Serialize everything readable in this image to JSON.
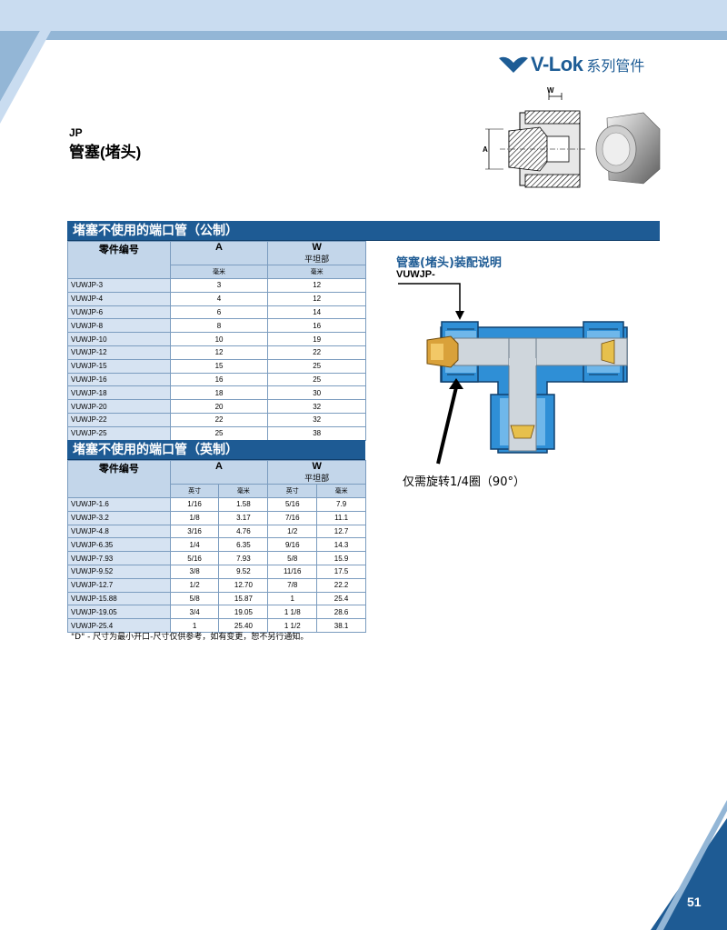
{
  "header": {
    "brand": "V-Lok",
    "brand_sub": "系列管件"
  },
  "product": {
    "code": "JP",
    "title": "管塞(堵头)"
  },
  "metric": {
    "section_title": "堵塞不使用的端口管（公制）",
    "col_part": "零件编号",
    "col_a": "A",
    "col_w": "W",
    "col_w_sub": "平坦部",
    "unit_a": "毫米",
    "unit_w": "毫米",
    "rows": [
      {
        "part": "VUWJP-3",
        "a": "3",
        "w": "12"
      },
      {
        "part": "VUWJP-4",
        "a": "4",
        "w": "12"
      },
      {
        "part": "VUWJP-6",
        "a": "6",
        "w": "14"
      },
      {
        "part": "VUWJP-8",
        "a": "8",
        "w": "16"
      },
      {
        "part": "VUWJP-10",
        "a": "10",
        "w": "19"
      },
      {
        "part": "VUWJP-12",
        "a": "12",
        "w": "22"
      },
      {
        "part": "VUWJP-15",
        "a": "15",
        "w": "25"
      },
      {
        "part": "VUWJP-16",
        "a": "16",
        "w": "25"
      },
      {
        "part": "VUWJP-18",
        "a": "18",
        "w": "30"
      },
      {
        "part": "VUWJP-20",
        "a": "20",
        "w": "32"
      },
      {
        "part": "VUWJP-22",
        "a": "22",
        "w": "32"
      },
      {
        "part": "VUWJP-25",
        "a": "25",
        "w": "38"
      }
    ]
  },
  "imperial": {
    "section_title": "堵塞不使用的端口管（英制）",
    "col_part": "零件编号",
    "col_a": "A",
    "col_w": "W",
    "col_w_sub": "平坦部",
    "unit_in": "英寸",
    "unit_mm": "毫米",
    "rows": [
      {
        "part": "VUWJP-1.6",
        "a_in": "1/16",
        "a_mm": "1.58",
        "w_in": "5/16",
        "w_mm": "7.9"
      },
      {
        "part": "VUWJP-3.2",
        "a_in": "1/8",
        "a_mm": "3.17",
        "w_in": "7/16",
        "w_mm": "11.1"
      },
      {
        "part": "VUWJP-4.8",
        "a_in": "3/16",
        "a_mm": "4.76",
        "w_in": "1/2",
        "w_mm": "12.7"
      },
      {
        "part": "VUWJP-6.35",
        "a_in": "1/4",
        "a_mm": "6.35",
        "w_in": "9/16",
        "w_mm": "14.3"
      },
      {
        "part": "VUWJP-7.93",
        "a_in": "5/16",
        "a_mm": "7.93",
        "w_in": "5/8",
        "w_mm": "15.9"
      },
      {
        "part": "VUWJP-9.52",
        "a_in": "3/8",
        "a_mm": "9.52",
        "w_in": "11/16",
        "w_mm": "17.5"
      },
      {
        "part": "VUWJP-12.7",
        "a_in": "1/2",
        "a_mm": "12.70",
        "w_in": "7/8",
        "w_mm": "22.2"
      },
      {
        "part": "VUWJP-15.88",
        "a_in": "5/8",
        "a_mm": "15.87",
        "w_in": "1",
        "w_mm": "25.4"
      },
      {
        "part": "VUWJP-19.05",
        "a_in": "3/4",
        "a_mm": "19.05",
        "w_in": "1 1/8",
        "w_mm": "28.6"
      },
      {
        "part": "VUWJP-25.4",
        "a_in": "1",
        "a_mm": "25.40",
        "w_in": "1 1/2",
        "w_mm": "38.1"
      }
    ]
  },
  "footnote": "\"D\" - 尺寸为最小开口-尺寸仅供参考，如有变更，恕不另行通知。",
  "assembly": {
    "title": "管塞(堵头)装配说明",
    "code": "VUWJP-",
    "note": "仅需旋转1/4圈（90°）"
  },
  "drawing": {
    "label_w": "W",
    "label_a": "A"
  },
  "page_number": "51",
  "colors": {
    "brand_blue": "#1e5b94",
    "light_band": "#c9dcf0",
    "table_header": "#c3d6ea",
    "part_cell": "#d6e3f2"
  }
}
